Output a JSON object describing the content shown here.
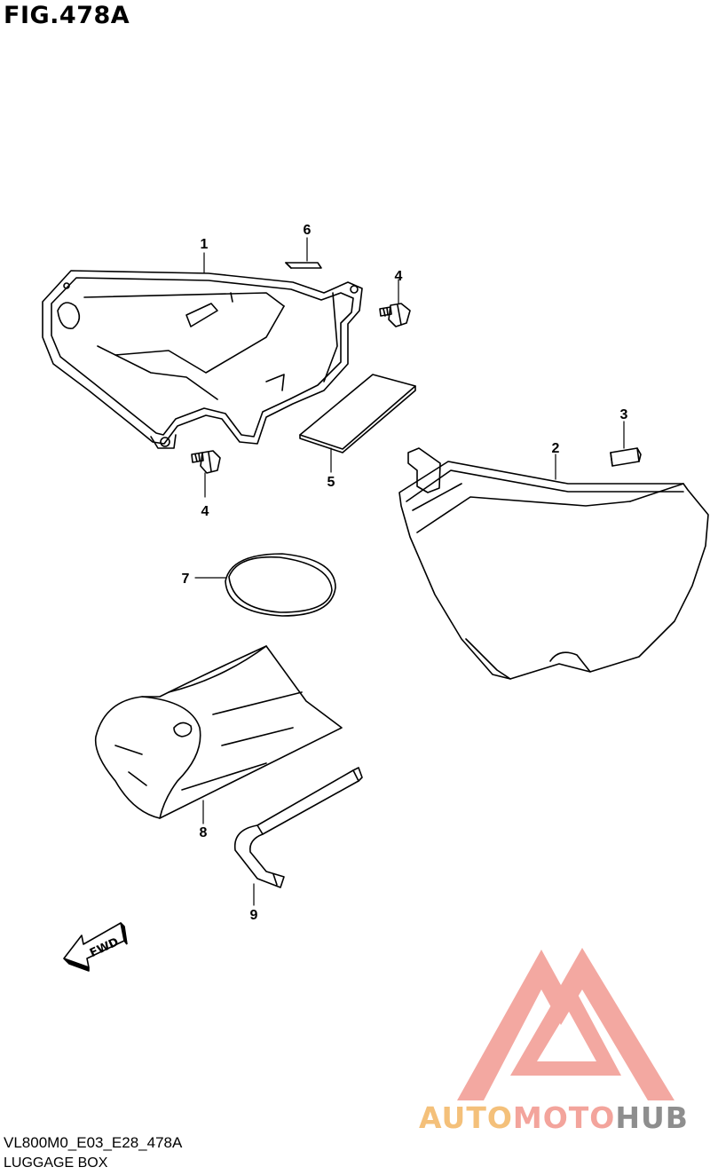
{
  "figure": {
    "title": "FIG.478A",
    "code": "VL800M0_E03_E28_478A",
    "name": "LUGGAGE BOX"
  },
  "callouts": [
    {
      "id": "1",
      "label": "1"
    },
    {
      "id": "2",
      "label": "2"
    },
    {
      "id": "3",
      "label": "3"
    },
    {
      "id": "4a",
      "label": "4"
    },
    {
      "id": "4b",
      "label": "4"
    },
    {
      "id": "5",
      "label": "5"
    },
    {
      "id": "6",
      "label": "6"
    },
    {
      "id": "7",
      "label": "7"
    },
    {
      "id": "8",
      "label": "8"
    },
    {
      "id": "9",
      "label": "9"
    }
  ],
  "direction_arrow": {
    "label": "FWD"
  },
  "watermark": {
    "part1": "AUTO",
    "part2": "MOTO",
    "part3": "HUB",
    "colors": {
      "auto": "#f4c07a",
      "moto": "#f3a49c",
      "hub": "#8e8e8e",
      "logo": "#f3a49c"
    }
  }
}
